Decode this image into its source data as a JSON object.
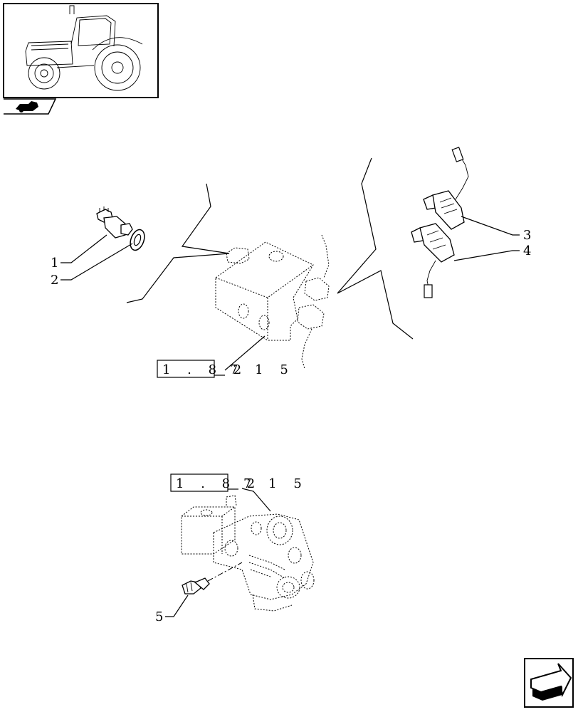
{
  "callouts": [
    {
      "id": "1",
      "text": "1"
    },
    {
      "id": "2",
      "text": "2"
    },
    {
      "id": "3",
      "text": "3"
    },
    {
      "id": "4",
      "text": "4"
    },
    {
      "id": "5",
      "text": "5"
    }
  ],
  "references": [
    {
      "boxed": "1 . 8 2",
      "suffix": "7 1 5"
    },
    {
      "boxed": "1 . 8 2",
      "suffix": "7 1 5"
    }
  ],
  "icons": {
    "thumbnail": "tractor-icon",
    "section": "tractor-section-icon",
    "nav": "next-page-arrow-icon"
  }
}
